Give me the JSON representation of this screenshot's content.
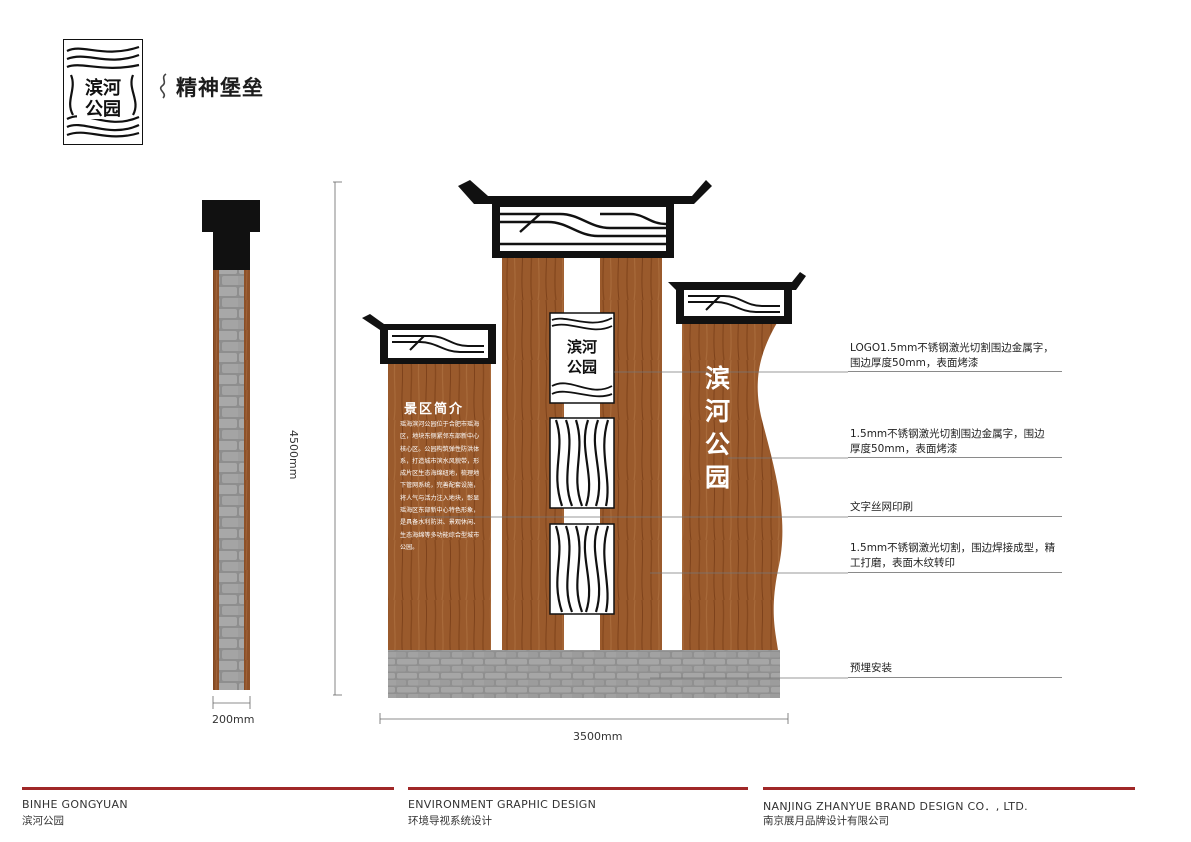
{
  "header": {
    "logo_text": [
      "滨河",
      "公园"
    ],
    "title": "精神堡垒"
  },
  "dimensions": {
    "height": "4500mm",
    "side_width": "200mm",
    "front_width": "3500mm"
  },
  "sign": {
    "intro_title": "景区简介",
    "intro_body": "瑶海滨河公园位于合肥市瑶海区，地块东侧紧邻东部新中心核心区。公园构筑弹性防洪体系，打造城市滨水风貌带，形成片区生态海绵纽地，梳理地下管网系统，完善配套设施，将人气与活力注入地块，彰显瑶海区东部新中心特色形象，是具备水利防洪、景观休闲、生态海绵等多功能综合型城市公园。",
    "vertical_name": "滨河公园",
    "logo_panel_text": [
      "滨河",
      "公园"
    ]
  },
  "annotations": [
    {
      "text": "LOGO1.5mm不锈钢激光切割围边金属字，围边厚度50mm，表面烤漆"
    },
    {
      "text": "1.5mm不锈钢激光切割围边金属字，围边厚度50mm，表面烤漆"
    },
    {
      "text": "文字丝网印刷"
    },
    {
      "text": "1.5mm不锈钢激光切割，围边焊接成型，精工打磨，表面木纹转印"
    },
    {
      "text": "预埋安装"
    }
  ],
  "footer": [
    {
      "en": "BINHE GONGYUAN",
      "cn": "滨河公园"
    },
    {
      "en": "ENVIRONMENT GRAPHIC DESIGN",
      "cn": "环境导视系统设计"
    },
    {
      "en": "NANJING ZHANYUE BRAND DESIGN CO．, LTD.",
      "cn": "南京展月品牌设计有限公司"
    }
  ],
  "colors": {
    "wood": "#9a5a2c",
    "wood_dark": "#7a4320",
    "black": "#1a1a1a",
    "stone": "#8f8f8f",
    "footer_line": "#a02828"
  }
}
